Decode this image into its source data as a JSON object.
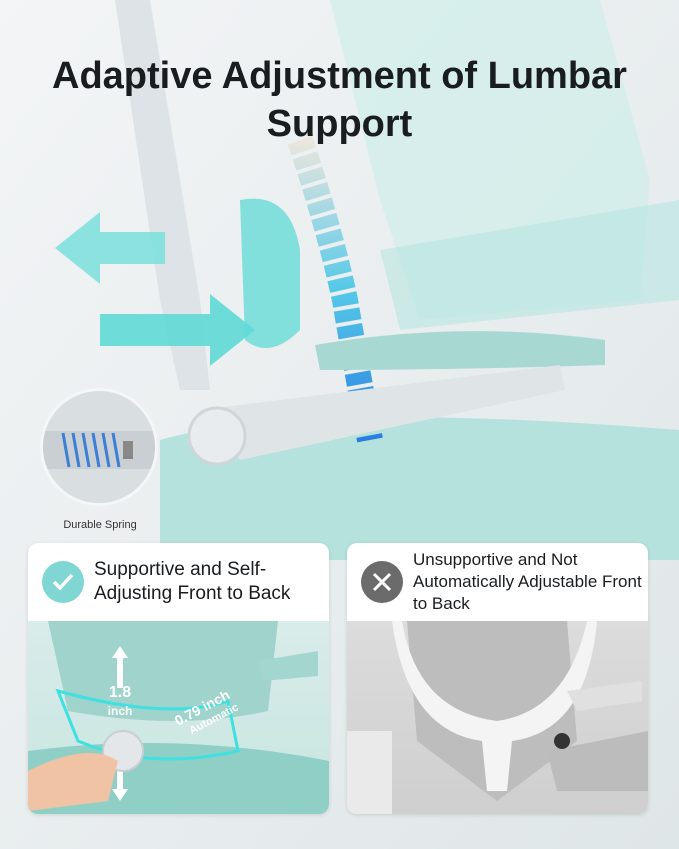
{
  "headline": "Adaptive Adjustment of Lumbar Support",
  "inset": {
    "label": "Durable Spring",
    "icon": "spring-icon"
  },
  "comparison": {
    "good": {
      "icon": "check-icon",
      "color": "#7fd6d2",
      "text": "Supportive and Self-Adjusting Front to Back",
      "height_label": "1.8",
      "height_unit": "inch",
      "depth_label": "0.79 inch",
      "depth_note": "Automatic"
    },
    "bad": {
      "icon": "x-icon",
      "color": "#6b6b6b",
      "text": "Unsupportive and Not Automatically Adjustable Front to Back"
    }
  },
  "colors": {
    "accent": "#5fe0dc",
    "chair": "#a9dcd6"
  }
}
